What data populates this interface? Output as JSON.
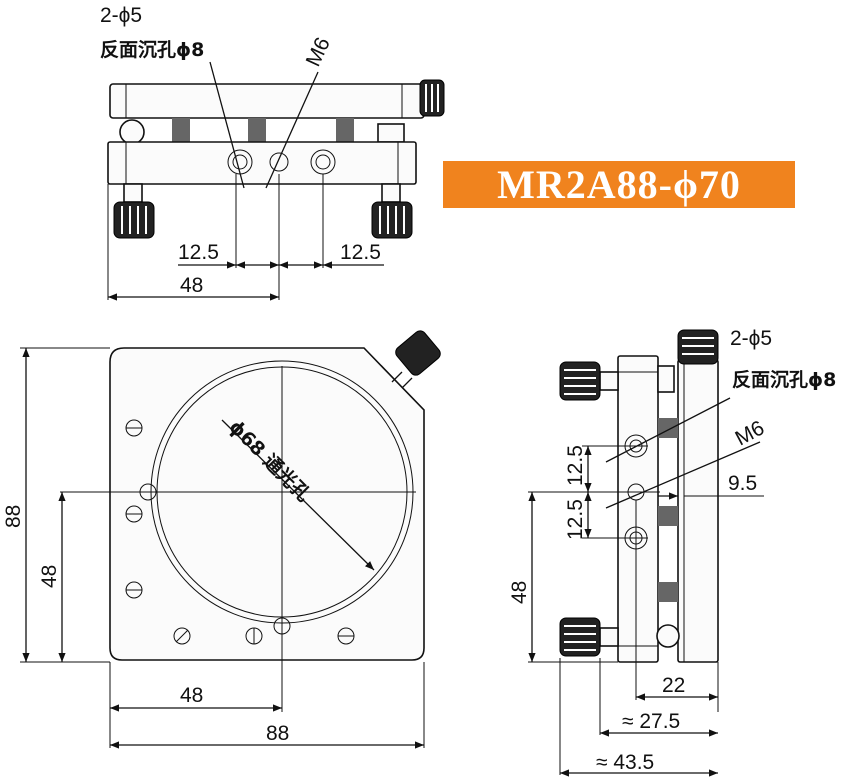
{
  "product": {
    "model": "MR2A88-ϕ70",
    "badge_color": "#f0831e"
  },
  "top_view": {
    "hole_note": "2-ϕ5",
    "counterbore_note": "反面沉孔ϕ8",
    "thread_note": "M6",
    "dim_left": "12.5",
    "dim_right": "12.5",
    "dim_width": "48"
  },
  "front_view": {
    "aperture_note": "ϕ68 通光孔",
    "dim_height": "88",
    "dim_center_height": "48",
    "dim_center_width": "48",
    "dim_width": "88"
  },
  "side_view": {
    "hole_note": "2-ϕ5",
    "counterbore_note": "反面沉孔ϕ8",
    "thread_note": "M6",
    "dim_upper": "12.5",
    "dim_lower": "12.5",
    "dim_offset": "9.5",
    "dim_height": "48",
    "dim_22": "22",
    "dim_27": "≈ 27.5",
    "dim_43": "≈ 43.5"
  }
}
